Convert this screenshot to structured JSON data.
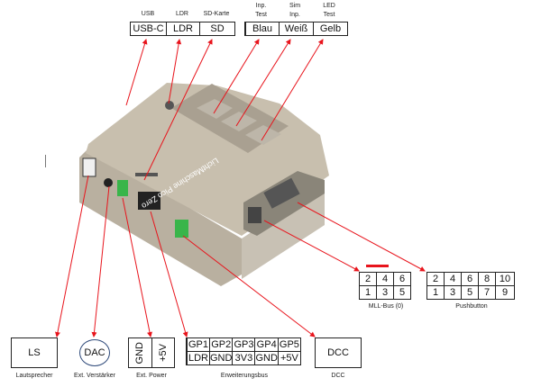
{
  "top_group_1": {
    "captions": [
      "USB",
      "LDR",
      "SD-Karte"
    ],
    "cells": [
      "USB-C",
      "LDR",
      "SD"
    ]
  },
  "top_group_2": {
    "captions": [
      [
        "Inp.",
        "Test"
      ],
      [
        "Sim",
        "Inp."
      ],
      [
        "LED",
        "Test"
      ]
    ],
    "cells": [
      "Blau",
      "Weiß",
      "Gelb"
    ]
  },
  "device": {
    "label": "LichtMaschine Pico Zero"
  },
  "mll_bus": {
    "top_row": [
      "2",
      "4",
      "6"
    ],
    "bottom_row": [
      "1",
      "3",
      "5"
    ],
    "caption": "MLL-Bus (0)"
  },
  "pushbutton": {
    "top_row": [
      "2",
      "4",
      "6",
      "8",
      "10"
    ],
    "bottom_row": [
      "1",
      "3",
      "5",
      "7",
      "9"
    ],
    "caption": "Pushbutton"
  },
  "bottom": {
    "ls": {
      "label": "LS",
      "caption": "Lautsprecher"
    },
    "dac": {
      "label": "DAC",
      "caption": "Ext. Verstärker"
    },
    "power": {
      "cells": [
        "GND",
        "+5V"
      ],
      "caption": "Ext. Power"
    },
    "bus": {
      "top_row": [
        "GP1",
        "GP2",
        "GP3",
        "GP4",
        "GP5"
      ],
      "bottom_row": [
        "LDR",
        "GND",
        "3V3",
        "GND",
        "+5V"
      ],
      "caption": "Erweiterungsbus"
    },
    "dcc": {
      "label": "DCC",
      "caption": "DCC"
    }
  },
  "colors": {
    "arrow": "#e8141c",
    "device_top": "#c9bfae",
    "device_side": "#b5ab9a",
    "connector_green": "#39b54a"
  }
}
